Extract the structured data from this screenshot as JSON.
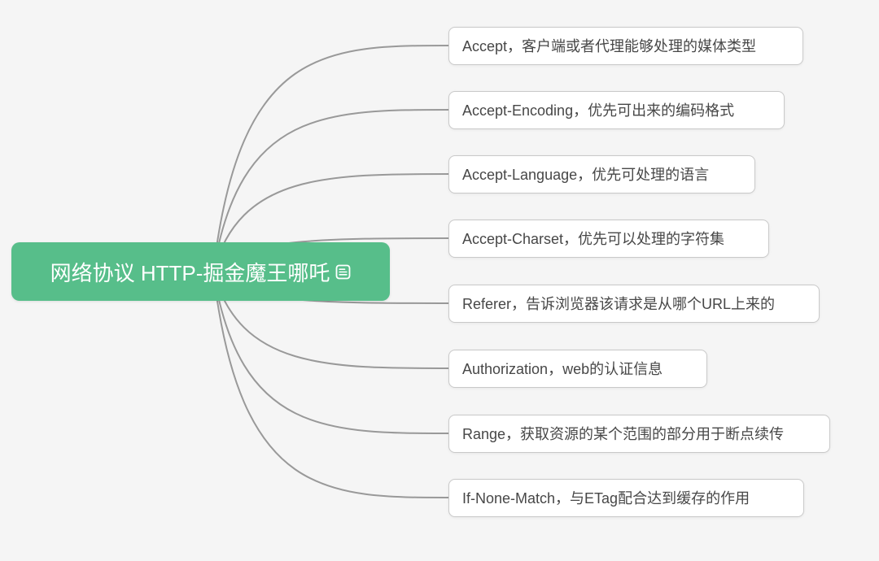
{
  "mindmap": {
    "root": {
      "label": "网络协议 HTTP-掘金魔王哪吒",
      "note_icon": "note-icon"
    },
    "children": [
      {
        "label": "Accept，客户端或者代理能够处理的媒体类型"
      },
      {
        "label": "Accept-Encoding，优先可出来的编码格式"
      },
      {
        "label": "Accept-Language，优先可处理的语言"
      },
      {
        "label": "Accept-Charset，优先可以处理的字符集"
      },
      {
        "label": "Referer，告诉浏览器该请求是从哪个URL上来的"
      },
      {
        "label": "Authorization，web的认证信息"
      },
      {
        "label": "Range，获取资源的某个范围的部分用于断点续传"
      },
      {
        "label": "If-None-Match，与ETag配合达到缓存的作用"
      }
    ]
  },
  "colors": {
    "background": "#f5f5f5",
    "root_fill": "#57be8a",
    "root_text": "#ffffff",
    "branch_fill": "#ffffff",
    "branch_border": "#c9c9c9",
    "branch_text": "#474747",
    "connector": "#999999"
  }
}
